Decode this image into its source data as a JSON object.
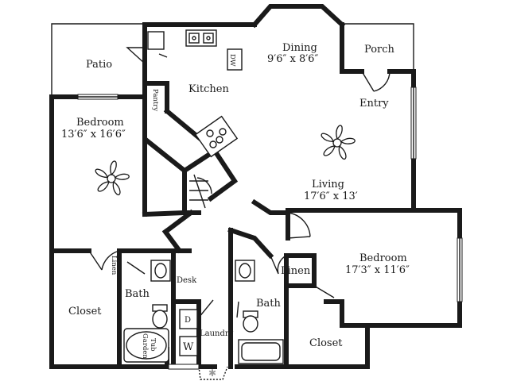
{
  "rooms": {
    "patio": "Patio",
    "kitchen": "Kitchen",
    "pantry": "Pantry",
    "dining": "Dining",
    "dining_size": "9′6″ x 8′6″",
    "porch": "Porch",
    "entry": "Entry",
    "bedroom1": "Bedroom",
    "bedroom1_size": "13′6″ x 16′6″",
    "living": "Living",
    "living_size": "17′6″ x 13′",
    "bedroom2": "Bedroom",
    "bedroom2_size": "17′3″ x 11′6″",
    "linen1": "Linen",
    "linen2": "Linen",
    "desk": "Desk",
    "bath1": "Bath",
    "bath2": "Bath",
    "closet1": "Closet",
    "closet2": "Closet",
    "laundry": "Laundry",
    "dryer": "D",
    "washer": "W",
    "dishwasher": "DW",
    "garden_tub_1": "Garden",
    "garden_tub_2": "Tub"
  }
}
